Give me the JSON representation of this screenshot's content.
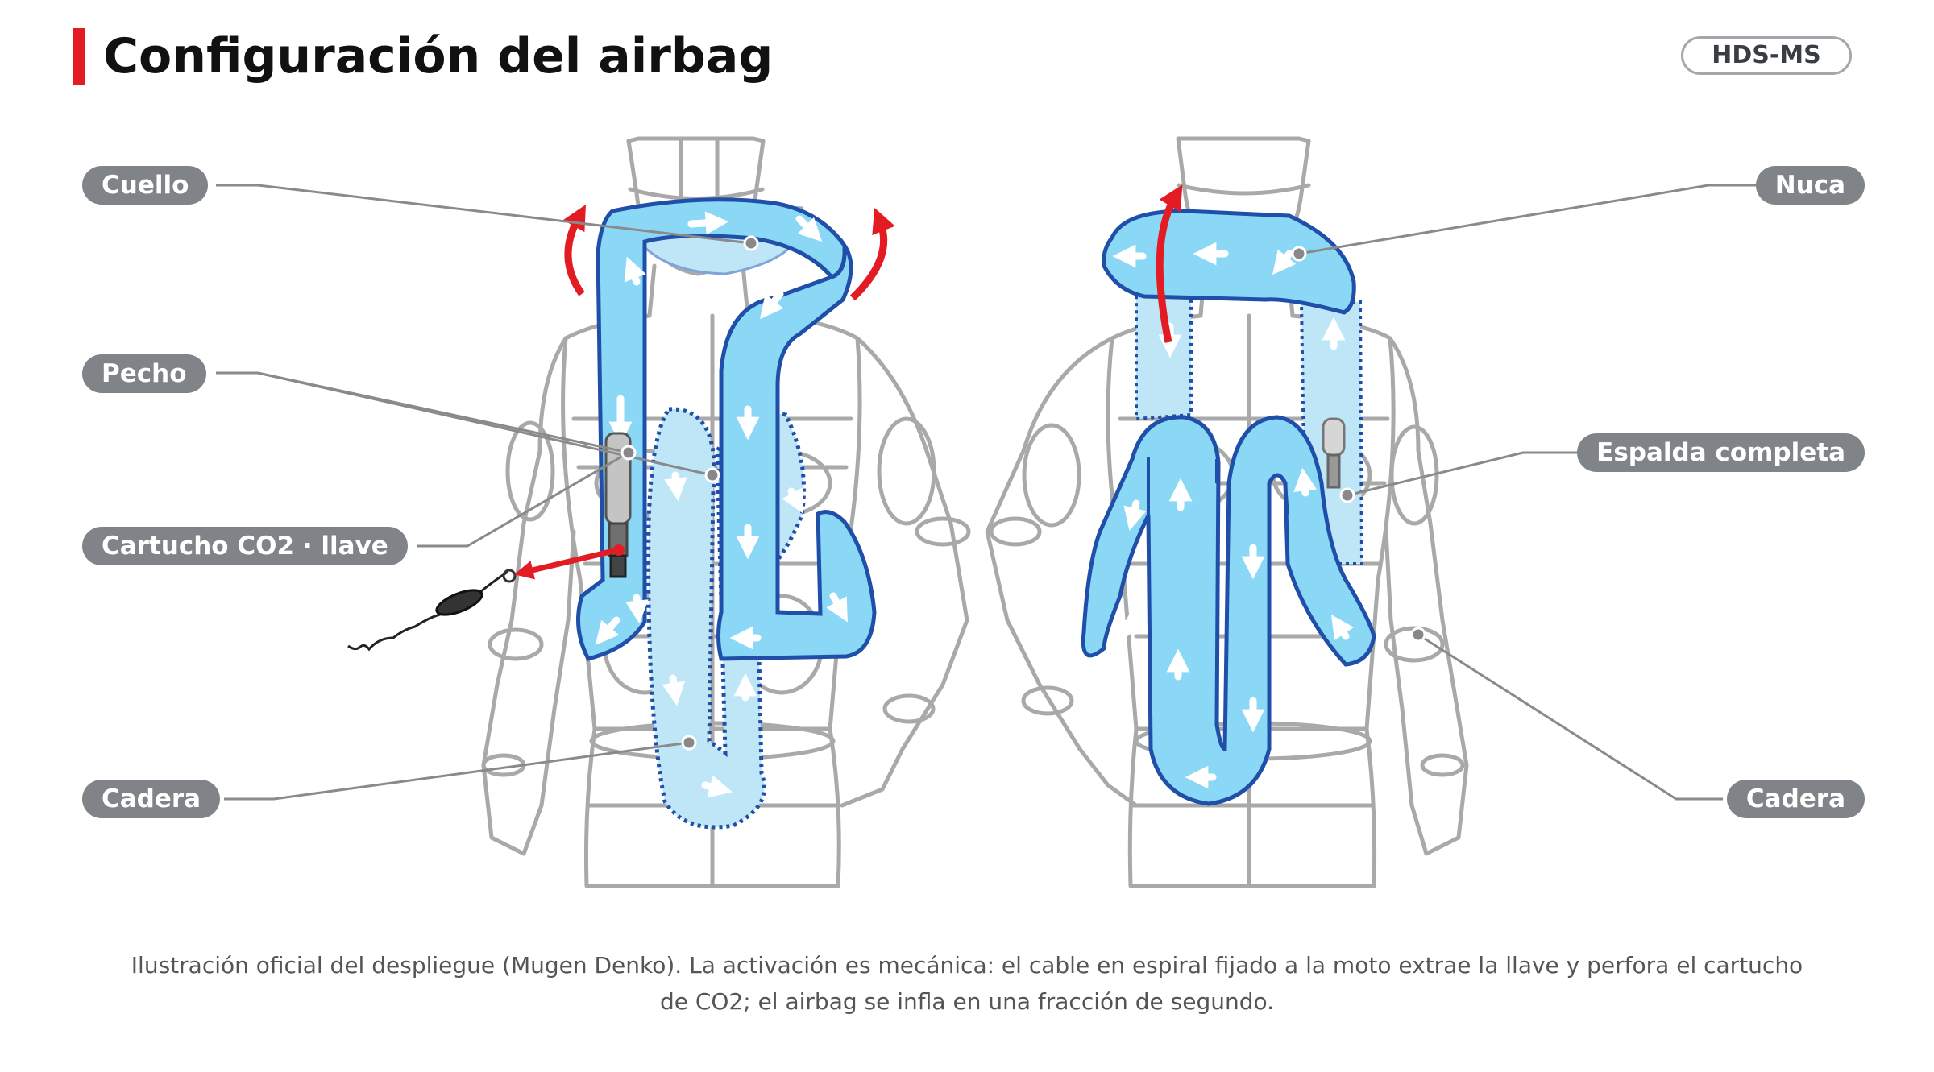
{
  "header": {
    "title": "Configuración del airbag",
    "model_badge": "HDS-MS"
  },
  "labels": {
    "front": [
      "Cuello",
      "Pecho",
      "Cartucho CO2 · llave",
      "Cadera"
    ],
    "back": [
      "Nuca",
      "Espalda completa",
      "Cadera"
    ]
  },
  "caption": "Ilustración oficial del despliegue (Mugen Denko). La activación es mecánica: el cable en espiral fijado a la moto extrae la llave y perfora el cartucho de CO2; el airbag se infla en una fracción de segundo.",
  "colors": {
    "accent": "#e31b23",
    "airbag_fill": "#8ad8f5",
    "airbag_light_fill": "#bfe6f7",
    "airbag_stroke": "#1f4fa8",
    "mannequin": "#a9a9a9",
    "leader_line": "#8a8a8a",
    "pill_bg": "#808388",
    "arrow_red": "#e31b23"
  }
}
